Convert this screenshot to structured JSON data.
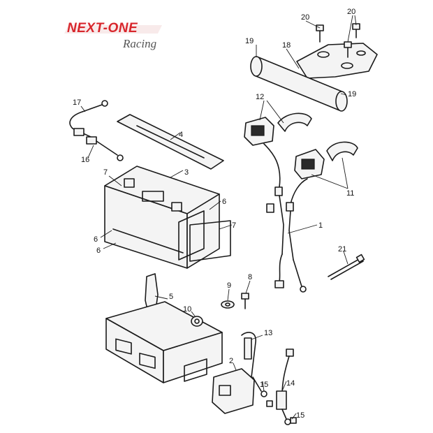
{
  "logo": {
    "brand": "NEXT-ONE",
    "sub": "Racing",
    "brand_color": "#d8262c"
  },
  "callouts": [
    {
      "id": "c20a",
      "text": "20"
    },
    {
      "id": "c20b",
      "text": "20"
    },
    {
      "id": "c19a",
      "text": "19"
    },
    {
      "id": "c18",
      "text": "18"
    },
    {
      "id": "c19b",
      "text": "19"
    },
    {
      "id": "c17",
      "text": "17"
    },
    {
      "id": "c12",
      "text": "12"
    },
    {
      "id": "c4",
      "text": "4"
    },
    {
      "id": "c16",
      "text": "16"
    },
    {
      "id": "c7a",
      "text": "7"
    },
    {
      "id": "c3",
      "text": "3"
    },
    {
      "id": "c11",
      "text": "11"
    },
    {
      "id": "c6a",
      "text": "6"
    },
    {
      "id": "c7b",
      "text": "7"
    },
    {
      "id": "c1",
      "text": "1"
    },
    {
      "id": "c6b",
      "text": "6"
    },
    {
      "id": "c6c",
      "text": "6"
    },
    {
      "id": "c21",
      "text": "21"
    },
    {
      "id": "c8",
      "text": "8"
    },
    {
      "id": "c5",
      "text": "5"
    },
    {
      "id": "c9",
      "text": "9"
    },
    {
      "id": "c10",
      "text": "10"
    },
    {
      "id": "c13",
      "text": "13"
    },
    {
      "id": "c2",
      "text": "2"
    },
    {
      "id": "c15a",
      "text": "15"
    },
    {
      "id": "c14",
      "text": "14"
    },
    {
      "id": "c15b",
      "text": "15"
    }
  ]
}
